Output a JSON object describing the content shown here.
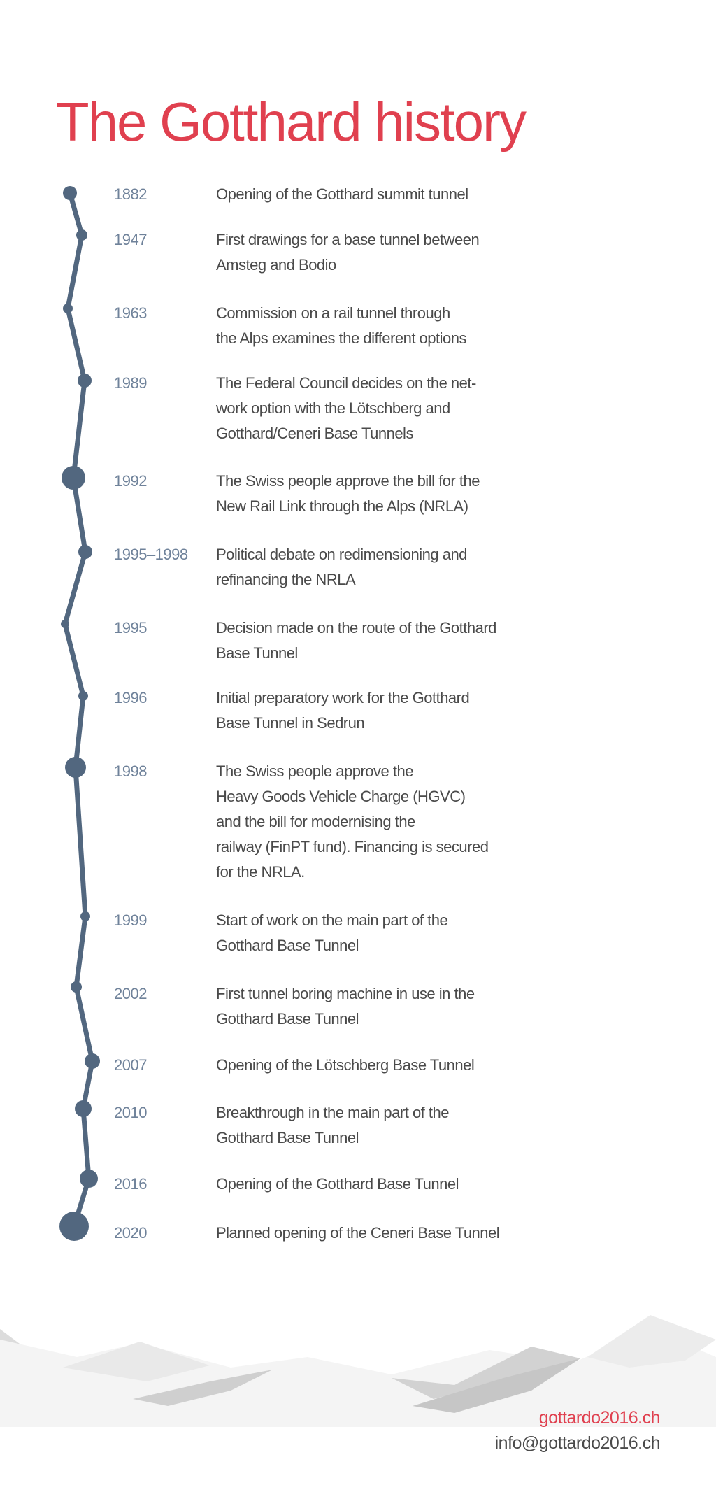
{
  "title": "The Gotthard history",
  "colors": {
    "accent": "#e0404f",
    "timeline": "#52677f",
    "year": "#6f829a",
    "text": "#4a4a4a"
  },
  "events": [
    {
      "year": "1882",
      "text": "Opening of the Gotthard summit tunnel"
    },
    {
      "year": "1947",
      "text": "First drawings for a base tunnel between\nAmsteg and Bodio"
    },
    {
      "year": "1963",
      "text": "Commission on a rail tunnel through\nthe Alps examines the different options"
    },
    {
      "year": "1989",
      "text": "The Federal Council decides on the net-\nwork option with the Lötschberg and\nGotthard/Ceneri Base Tunnels"
    },
    {
      "year": "1992",
      "text": "The Swiss people approve the bill for the\nNew Rail Link through the Alps (NRLA)"
    },
    {
      "year": "1995–1998",
      "text": "Political debate on redimensioning and\nrefinancing the NRLA"
    },
    {
      "year": "1995",
      "text": "Decision made on the route of the Gotthard\nBase Tunnel"
    },
    {
      "year": "1996",
      "text": "Initial preparatory work for the Gotthard\nBase Tunnel in Sedrun"
    },
    {
      "year": "1998",
      "text": "The Swiss people approve the\nHeavy Goods Vehicle Charge (HGVC)\nand the bill for modernising the\nrailway (FinPT fund). Financing is secured\nfor the NRLA."
    },
    {
      "year": "1999",
      "text": "Start of work on the main part of the\nGotthard Base Tunnel"
    },
    {
      "year": "2002",
      "text": "First tunnel boring machine in use in the\nGotthard Base Tunnel"
    },
    {
      "year": "2007",
      "text": "Opening of the Lötschberg Base Tunnel"
    },
    {
      "year": "2010",
      "text": "Breakthrough in the main part of the\nGotthard Base Tunnel"
    },
    {
      "year": "2016",
      "text": "Opening of the Gotthard Base Tunnel"
    },
    {
      "year": "2020",
      "text": "Planned opening of the Ceneri Base Tunnel"
    }
  ],
  "contact": {
    "website": "gottardo2016.ch",
    "email": "info@gottardo2016.ch"
  }
}
